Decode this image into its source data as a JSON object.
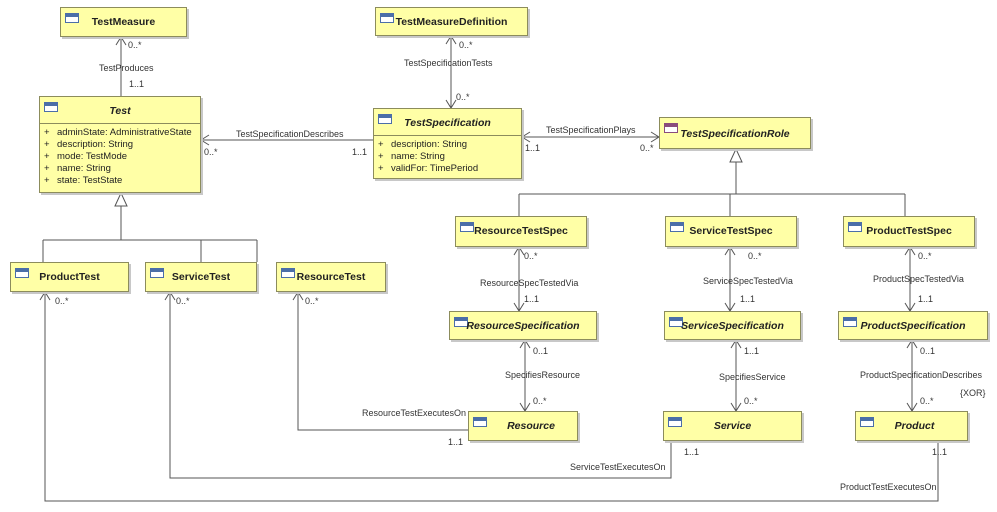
{
  "classes": {
    "test_measure": "TestMeasure",
    "test_measure_definition": "TestMeasureDefinition",
    "test": "Test",
    "test_specification": "TestSpecification",
    "test_specification_role": "TestSpecificationRole",
    "product_test": "ProductTest",
    "service_test": "ServiceTest",
    "resource_test": "ResourceTest",
    "resource_test_spec": "ResourceTestSpec",
    "service_test_spec": "ServiceTestSpec",
    "product_test_spec": "ProductTestSpec",
    "resource_specification": "ResourceSpecification",
    "service_specification": "ServiceSpecification",
    "product_specification": "ProductSpecification",
    "resource": "Resource",
    "service": "Service",
    "product": "Product"
  },
  "test_attributes": [
    {
      "vis": "+",
      "text": "adminState: AdministrativeState"
    },
    {
      "vis": "+",
      "text": "description: String"
    },
    {
      "vis": "+",
      "text": "mode: TestMode"
    },
    {
      "vis": "+",
      "text": "name: String"
    },
    {
      "vis": "+",
      "text": "state: TestState"
    }
  ],
  "test_specification_attributes": [
    {
      "vis": "+",
      "text": "description: String"
    },
    {
      "vis": "+",
      "text": "name: String"
    },
    {
      "vis": "+",
      "text": "validFor: TimePeriod"
    }
  ],
  "associations": {
    "test_produces": "TestProduces",
    "test_specification_tests": "TestSpecificationTests",
    "test_specification_describes": "TestSpecificationDescribes",
    "test_specification_plays": "TestSpecificationPlays",
    "resource_spec_tested_via": "ResourceSpecTestedVia",
    "service_spec_tested_via": "ServiceSpecTestedVia",
    "product_spec_tested_via": "ProductSpecTestedVia",
    "specifies_resource": "SpecifiesResource",
    "specifies_service": "SpecifiesService",
    "product_specification_describes": "ProductSpecificationDescribes",
    "resource_test_executes_on": "ResourceTestExecutesOn",
    "service_test_executes_on": "ServiceTestExecutesOn",
    "product_test_executes_on": "ProductTestExecutesOn"
  },
  "multiplicities": {
    "zero_many": "0..*",
    "one_one": "1..1",
    "zero_one": "0..1"
  },
  "constraint": "{XOR}"
}
